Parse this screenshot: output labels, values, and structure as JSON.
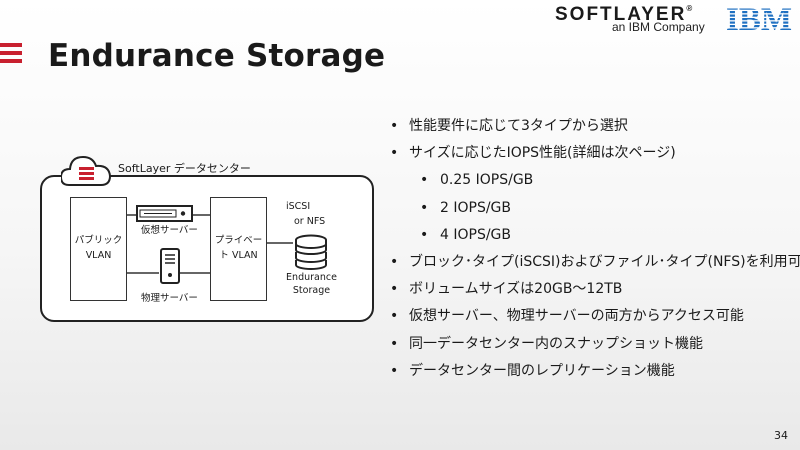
{
  "header": {
    "title": "Endurance Storage",
    "logo_softlayer": "SOFTLAYER",
    "logo_registered": "®",
    "logo_sub": "an IBM Company",
    "logo_ibm": "IBM"
  },
  "colors": {
    "accent": "#c8202f",
    "ibm_blue": "#1f70c1",
    "text": "#1a1a1a"
  },
  "diagram": {
    "datacenter_label": "SoftLayer データセンター",
    "public_vlan": "パブリック VLAN",
    "private_vlan": "プライベート VLAN",
    "virtual_server": "仮想サーバー",
    "physical_server": "物理サーバー",
    "protocol_1": "iSCSI",
    "protocol_2": "or NFS",
    "storage_1": "Endurance",
    "storage_2": "Storage",
    "icons": [
      "cloud-icon",
      "rack-server-icon",
      "tower-server-icon",
      "database-icon"
    ]
  },
  "bullets": [
    {
      "level": 1,
      "text": "性能要件に応じて3タイプから選択"
    },
    {
      "level": 1,
      "text": "サイズに応じたIOPS性能(詳細は次ページ)"
    },
    {
      "level": 2,
      "text": "0.25 IOPS/GB"
    },
    {
      "level": 2,
      "text": "2 IOPS/GB"
    },
    {
      "level": 2,
      "text": "4 IOPS/GB"
    },
    {
      "level": 1,
      "text": "ブロック･タイプ(iSCSI)およびファイル･タイプ(NFS)を利用可能"
    },
    {
      "level": 1,
      "text": "ボリュームサイズは20GB〜12TB"
    },
    {
      "level": 1,
      "text": "仮想サーバー、物理サーバーの両方からアクセス可能"
    },
    {
      "level": 1,
      "text": "同一データセンター内のスナップショット機能"
    },
    {
      "level": 1,
      "text": "データセンター間のレプリケーション機能"
    }
  ],
  "footer": {
    "page_number": "34"
  }
}
